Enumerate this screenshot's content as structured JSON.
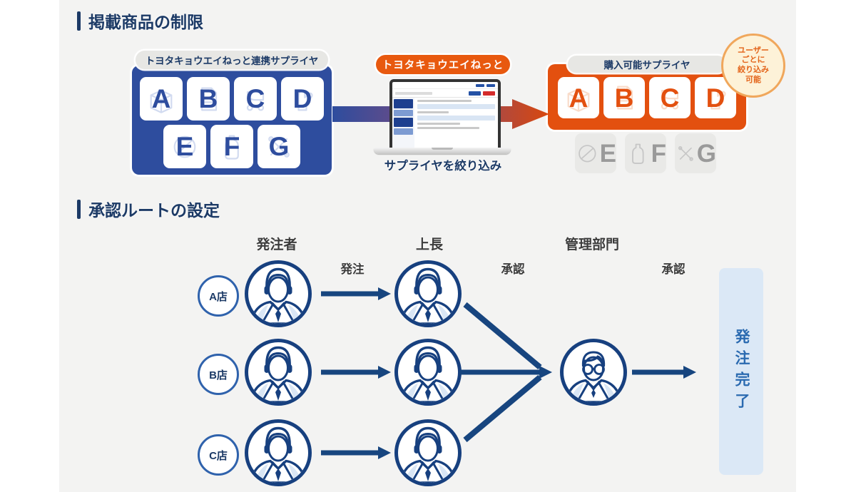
{
  "colors": {
    "background_panel": "#f3f3f2",
    "navy_title": "#1c3a66",
    "blue_box": "#2e4d9e",
    "orange_box": "#e3500f",
    "orange_pill": "#e8590f",
    "flow_arrow_navy": "#17457f",
    "result_box_bg": "#dbe8f6",
    "badge_bg": "#fdf2d8",
    "badge_border": "#f0a75c",
    "badge_text": "#e3641a",
    "disabled_card_bg": "#e9e9e7",
    "disabled_card_text": "#9a9a9a"
  },
  "icons": {
    "supplier_icons": [
      "package-icon",
      "document-icon",
      "cart-icon",
      "glove-icon",
      "dish-icon",
      "bottle-icon",
      "tools-icon"
    ],
    "person_icons": [
      "operator-person-icon",
      "manager-glasses-person-icon"
    ]
  },
  "section_product_restriction": {
    "title": "掲載商品の制限",
    "linked_suppliers": {
      "label": "トヨタキョウエイねっと連携サプライヤ",
      "suppliers_row1": [
        "A",
        "B",
        "C",
        "D"
      ],
      "suppliers_row2": [
        "E",
        "F",
        "G"
      ]
    },
    "system": {
      "label": "トヨタキョウエイねっと",
      "caption": "サプライヤを絞り込み"
    },
    "purchasable_suppliers": {
      "label": "購入可能サプライヤ",
      "available": [
        "A",
        "B",
        "C",
        "D"
      ],
      "excluded": [
        "E",
        "F",
        "G"
      ],
      "badge": "ユーザー\nごとに\n絞り込み\n可能"
    }
  },
  "section_approval_route": {
    "title": "承認ルートの設定",
    "column_headers": [
      "発注者",
      "上長",
      "管理部門"
    ],
    "arrow_labels": [
      "発注",
      "承認",
      "承認"
    ],
    "stores": [
      "A店",
      "B店",
      "C店"
    ],
    "result": "発注完了"
  }
}
